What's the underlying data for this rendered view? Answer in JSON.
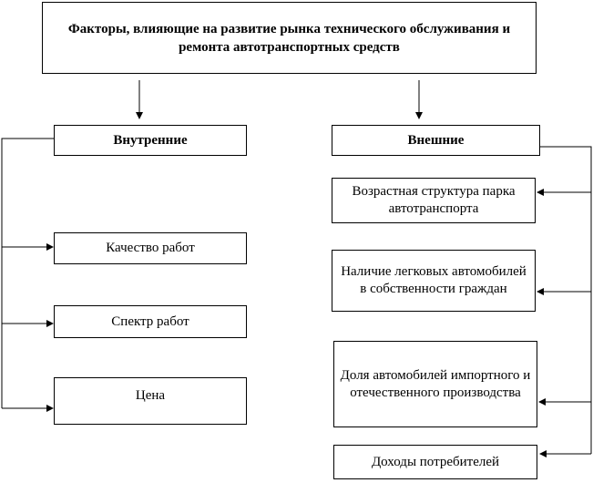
{
  "diagram": {
    "title": "Факторы, влияющие на развитие рынка технического обслуживания и ремонта автотранспортных средств",
    "internal": {
      "header": "Внутренние",
      "items": [
        "Качество работ",
        "Спектр работ",
        "Цена"
      ]
    },
    "external": {
      "header": "Внешние",
      "items": [
        "Возрастная структура парка автотранспорта",
        "Наличие легковых автомобилей в собственности граждан",
        "Доля автомобилей импортного и отечественного производства",
        "Доходы потребителей"
      ]
    }
  }
}
